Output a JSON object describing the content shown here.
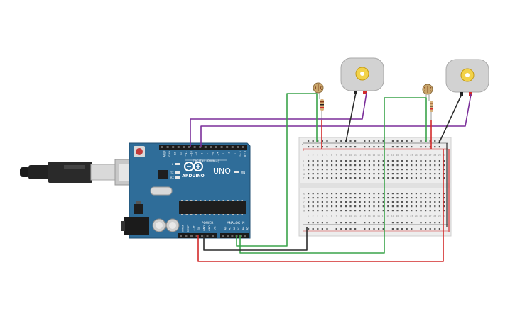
{
  "board": {
    "brand": "ARDUINO",
    "model": "UNO",
    "digital_header": "DIGITAL (PWM~)",
    "power_header": "POWER",
    "analog_header": "ANALOG IN",
    "led_on": "ON",
    "led_l": "L",
    "led_tx": "TX",
    "led_rx": "RX",
    "digital_pins": [
      "AREF",
      "GND",
      "13",
      "12",
      "~11",
      "~10",
      "~9",
      "8",
      "7",
      "~6",
      "~5",
      "4",
      "~3",
      "2",
      "TX 1",
      "RX 0"
    ],
    "power_pins": [
      "IOREF",
      "RESET",
      "3.3V",
      "5V",
      "GND",
      "GND",
      "Vin"
    ],
    "analog_pins": [
      "A0",
      "A1",
      "A2",
      "A3",
      "A4",
      "A5"
    ]
  },
  "breadboard": {
    "row_letters_top": [
      "j",
      "i",
      "h",
      "g",
      "f"
    ],
    "row_letters_bottom": [
      "e",
      "d",
      "c",
      "b",
      "a"
    ],
    "rail_plus": "+",
    "rail_minus": "-"
  },
  "colors": {
    "board": "#2f6d99",
    "wire_purple": "#7b2f9a",
    "wire_green": "#3aa34a",
    "wire_red": "#d22a2a",
    "wire_black": "#2b2b2b"
  }
}
